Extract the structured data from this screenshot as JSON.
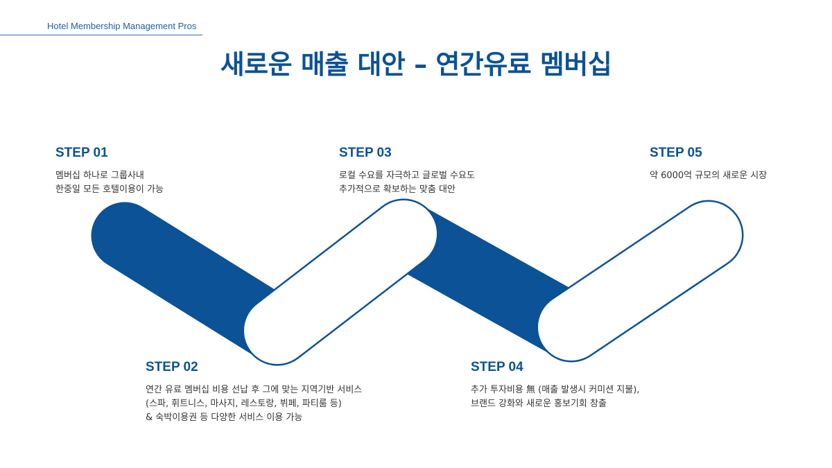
{
  "header": {
    "brand": "Hotel Membership Management Pros",
    "title": "새로운 매출 대안 – 연간유료 멤버십"
  },
  "colors": {
    "accent": "#0b5297",
    "fill": "#0b5297",
    "outline": "#0b5297",
    "text": "#333333"
  },
  "steps": [
    {
      "label": "STEP 01",
      "lines": [
        "멤버십 하나로 그룹사내",
        "한중일 모든 호텔이용이 가능"
      ]
    },
    {
      "label": "STEP 02",
      "lines": [
        "연간 유료 멤버십 비용 선납 후 그에 맞는 지역기반 서비스",
        "(스파, 휘트니스, 마사지, 레스토랑, 뷔페, 파티룸 등)",
        "& 숙박이용권 등 다양한 서비스 이용 가능"
      ]
    },
    {
      "label": "STEP 03",
      "lines": [
        "로컬 수요를 자극하고 글로벌 수요도",
        "추가적으로 확보하는 맞춤 대안"
      ]
    },
    {
      "label": "STEP 04",
      "lines": [
        "추가 투자비용 無 (매출 발생시 커미션 지불),",
        "브랜드 강화와 새로운 홍보기회 창출"
      ]
    },
    {
      "label": "STEP 05",
      "lines": [
        "약 6000억 규모의 새로운 시장"
      ]
    }
  ]
}
